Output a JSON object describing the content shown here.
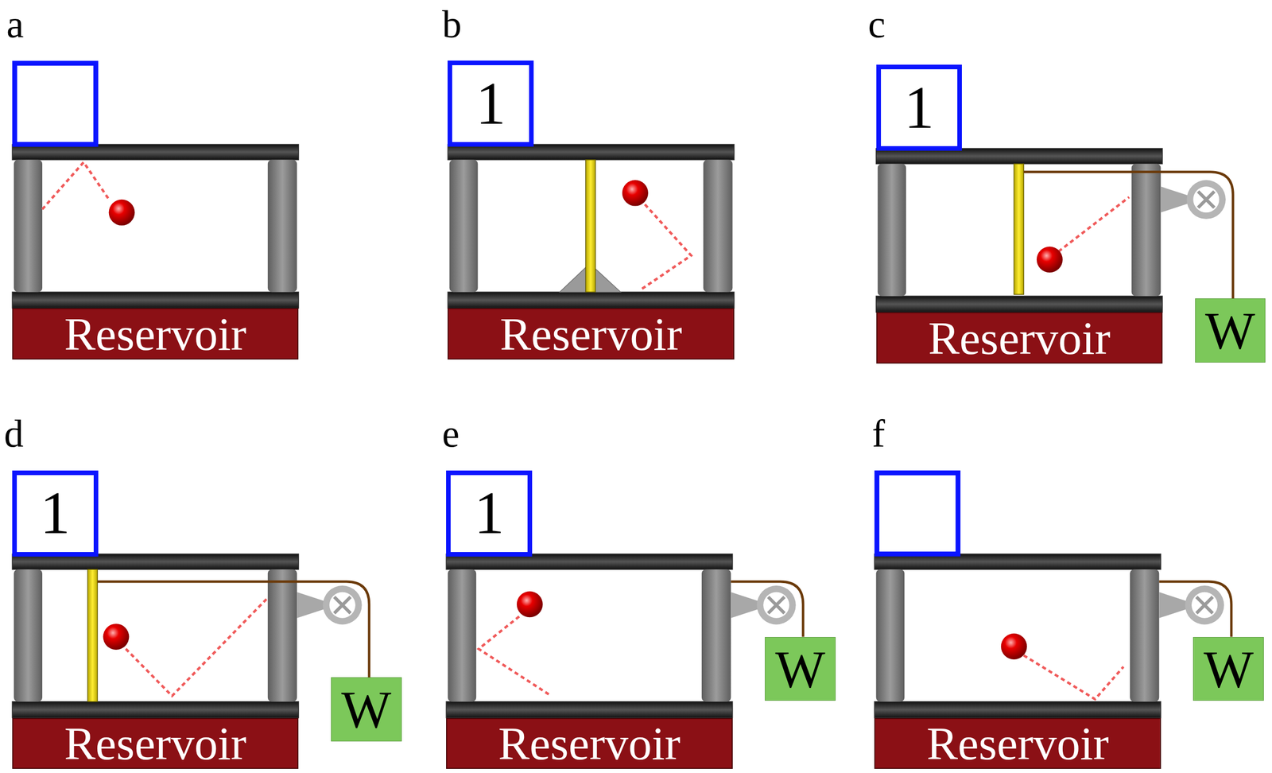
{
  "diagram": {
    "nodes": [
      {
        "text": [
          "Reservoir"
        ]
      },
      {
        "text": [
          "1"
        ]
      },
      {
        "text": [
          "Reservoir"
        ]
      },
      {
        "text": [
          "1"
        ]
      },
      {
        "text": [
          "Reservoir"
        ]
      },
      {
        "text": [
          "W"
        ]
      },
      {
        "text": [
          "1"
        ]
      },
      {
        "text": [
          "Reservoir"
        ]
      },
      {
        "text": [
          "W"
        ]
      },
      {
        "text": [
          "1"
        ]
      },
      {
        "text": [
          "Reservoir"
        ]
      },
      {
        "text": [
          "W"
        ]
      },
      {
        "text": [
          "Reservoir"
        ]
      },
      {
        "text": [
          "W"
        ]
      }
    ],
    "labels": [
      "a",
      "b",
      "c",
      "d",
      "e",
      "f"
    ]
  }
}
